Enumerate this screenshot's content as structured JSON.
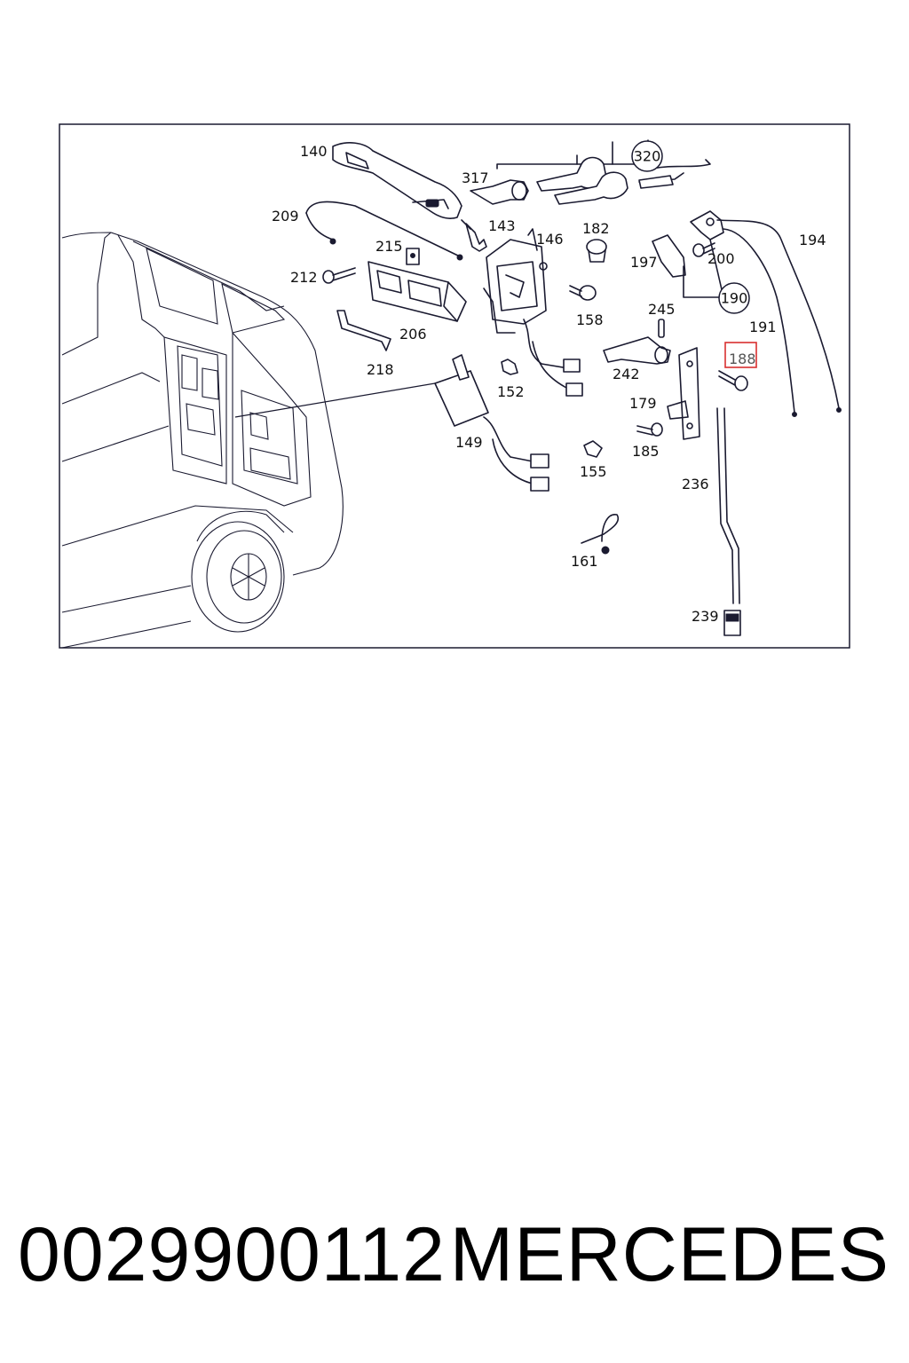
{
  "labels": [
    {
      "id": "140",
      "text": "140"
    },
    {
      "id": "317",
      "text": "317"
    },
    {
      "id": "209",
      "text": "209"
    },
    {
      "id": "143",
      "text": "143"
    },
    {
      "id": "182",
      "text": "182"
    },
    {
      "id": "194",
      "text": "194"
    },
    {
      "id": "215",
      "text": "215"
    },
    {
      "id": "146",
      "text": "146"
    },
    {
      "id": "197",
      "text": "197"
    },
    {
      "id": "200",
      "text": "200"
    },
    {
      "id": "212",
      "text": "212"
    },
    {
      "id": "158",
      "text": "158"
    },
    {
      "id": "245",
      "text": "245"
    },
    {
      "id": "191",
      "text": "191"
    },
    {
      "id": "206",
      "text": "206"
    },
    {
      "id": "218",
      "text": "218"
    },
    {
      "id": "152",
      "text": "152"
    },
    {
      "id": "242",
      "text": "242"
    },
    {
      "id": "188",
      "text": "188"
    },
    {
      "id": "179",
      "text": "179"
    },
    {
      "id": "149",
      "text": "149"
    },
    {
      "id": "185",
      "text": "185"
    },
    {
      "id": "155",
      "text": "155"
    },
    {
      "id": "236",
      "text": "236"
    },
    {
      "id": "161",
      "text": "161"
    },
    {
      "id": "239",
      "text": "239"
    }
  ],
  "circled_labels": [
    {
      "id": "320",
      "text": "320"
    },
    {
      "id": "190",
      "text": "190"
    }
  ],
  "highlight": {
    "label": "188",
    "color": "#d93030"
  },
  "footer": {
    "part_number": "0029900112",
    "brand": "MERCEDES"
  }
}
